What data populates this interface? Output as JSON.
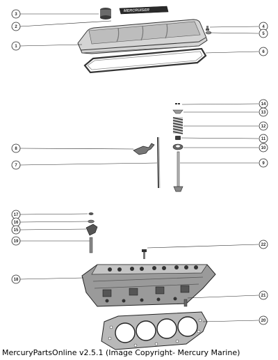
{
  "diagram": {
    "brand_plate_text": "MERCRUISER",
    "callouts": [
      {
        "id": "callout-3",
        "number": "3"
      },
      {
        "id": "callout-2",
        "number": "2"
      },
      {
        "id": "callout-1",
        "number": "1"
      },
      {
        "id": "callout-4",
        "number": "4"
      },
      {
        "id": "callout-5",
        "number": "5"
      },
      {
        "id": "callout-6",
        "number": "6"
      },
      {
        "id": "callout-14",
        "number": "14"
      },
      {
        "id": "callout-13",
        "number": "13"
      },
      {
        "id": "callout-12",
        "number": "12"
      },
      {
        "id": "callout-11",
        "number": "11"
      },
      {
        "id": "callout-10",
        "number": "10"
      },
      {
        "id": "callout-9",
        "number": "9"
      },
      {
        "id": "callout-8",
        "number": "8"
      },
      {
        "id": "callout-7",
        "number": "7"
      },
      {
        "id": "callout-17",
        "number": "17"
      },
      {
        "id": "callout-16",
        "number": "16"
      },
      {
        "id": "callout-15",
        "number": "15"
      },
      {
        "id": "callout-19",
        "number": "19"
      },
      {
        "id": "callout-22",
        "number": "22"
      },
      {
        "id": "callout-18",
        "number": "18"
      },
      {
        "id": "callout-21",
        "number": "21"
      },
      {
        "id": "callout-20",
        "number": "20"
      }
    ]
  },
  "caption": "MercuryPartsOnline v2.5.1 (Image Copyright- Mercury Marine)"
}
